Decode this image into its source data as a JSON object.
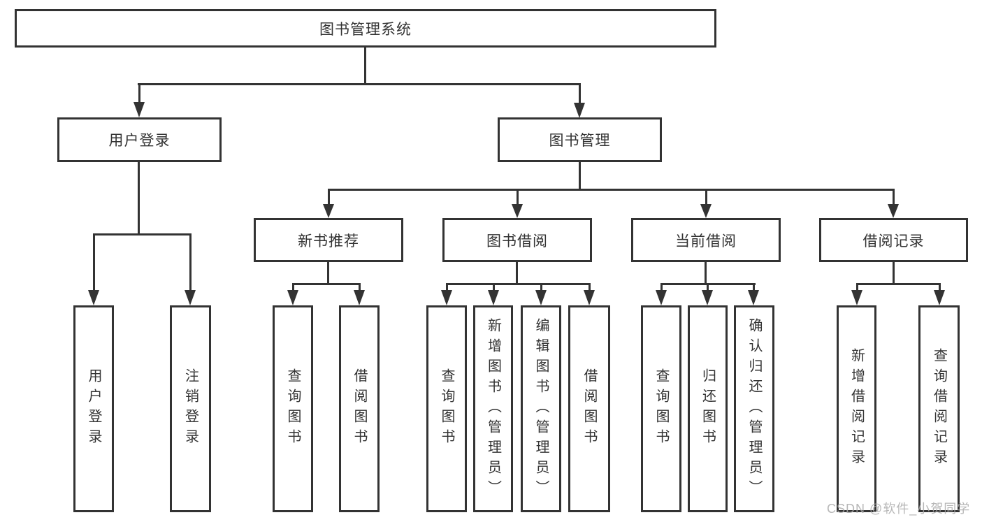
{
  "tree": {
    "label": "图书管理系统",
    "children": [
      {
        "label": "用户登录",
        "children": [
          {
            "label": "用户登录"
          },
          {
            "label": "注销登录"
          }
        ]
      },
      {
        "label": "图书管理",
        "children": [
          {
            "label": "新书推荐",
            "children": [
              {
                "label": "查询图书"
              },
              {
                "label": "借阅图书"
              }
            ]
          },
          {
            "label": "图书借阅",
            "children": [
              {
                "label": "查询图书"
              },
              {
                "label": "新增图书（管理员）"
              },
              {
                "label": "编辑图书（管理员）"
              },
              {
                "label": "借阅图书"
              }
            ]
          },
          {
            "label": "当前借阅",
            "children": [
              {
                "label": "查询图书"
              },
              {
                "label": "归还图书"
              },
              {
                "label": "确认归还（管理员）"
              }
            ]
          },
          {
            "label": "借阅记录",
            "children": [
              {
                "label": "新增借阅记录"
              },
              {
                "label": "查询借阅记录"
              }
            ]
          }
        ]
      }
    ]
  },
  "watermark": {
    "text": "CSDN @软件_小贺同学"
  },
  "colors": {
    "line": "#333333",
    "text": "#333333",
    "watermark": "#ababab",
    "background": "#ffffff"
  }
}
